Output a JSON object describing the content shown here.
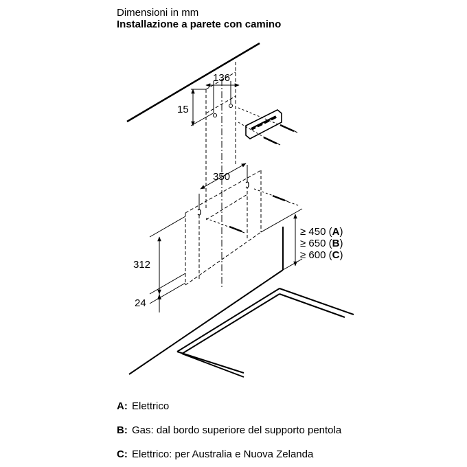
{
  "header": {
    "subtitle": "Dimensioni in mm",
    "title": "Installazione a parete con camino"
  },
  "dimensions": {
    "d136": "136",
    "d15": "15",
    "d350": "350",
    "d312": "312",
    "d24": "24"
  },
  "clearance": [
    {
      "prefix": "≥ 450 (",
      "key": "A",
      "suffix": ")"
    },
    {
      "prefix": "≥ 650 (",
      "key": "B",
      "suffix": ")"
    },
    {
      "prefix": "≥ 600 (",
      "key": "C",
      "suffix": ")"
    }
  ],
  "legend": [
    {
      "key": "A:",
      "text": "Elettrico"
    },
    {
      "key": "B:",
      "text": "Gas: dal bordo superiore del supporto pentola"
    },
    {
      "key": "C:",
      "text": "Elettrico: per Australia e Nuova Zelanda"
    }
  ]
}
